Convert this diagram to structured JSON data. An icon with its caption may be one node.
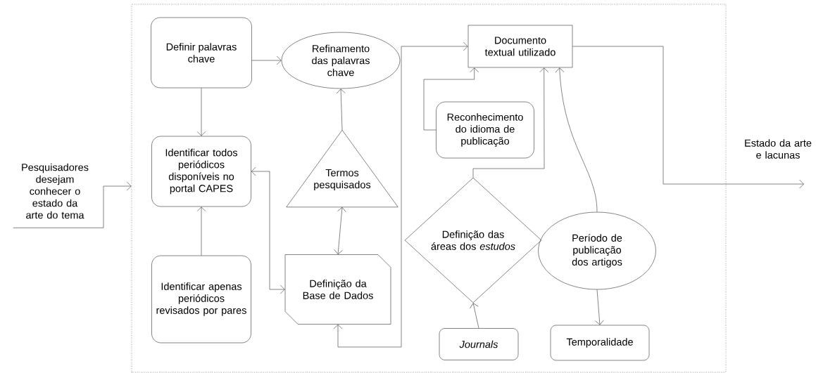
{
  "diagram": {
    "nodes": [
      {
        "text": [
          "Pesquisadores desejam conhecer o estado da arte do tema"
        ]
      },
      {
        "text": [],
        "shape": "box"
      },
      {
        "text": [
          "Definir palavras chave"
        ],
        "in": 1
      },
      {
        "text": [
          "Refinamento das palavras chave"
        ],
        "in": 1
      },
      {
        "text": [
          "Documento textual utilizado"
        ],
        "in": 1
      },
      {
        "text": [
          "Identificar todos periódicos disponíveis no portal CAPES"
        ],
        "in": 1
      },
      {
        "text": [
          "Reconhecimento do idioma de publicação"
        ],
        "in": 1
      },
      {
        "text": [
          "Termos pesquisados"
        ],
        "in": 1
      },
      {
        "text": [
          "Identificar apenas periódicos revisados por pares"
        ],
        "in": 1
      },
      {
        "text": [
          "Definição da Base de Dados"
        ],
        "in": 1
      },
      {
        "text": [
          "Definição das áreas dos *estudos*"
        ],
        "in": 1
      },
      {
        "text": [
          "Período de publicação dos artigos"
        ],
        "in": 1
      },
      {
        "text": [
          "Journals"
        ],
        "in": 1
      },
      {
        "text": [
          "Temporalidade"
        ],
        "in": 1
      }
    ],
    "edges": [
      {
        "from": 0,
        "to": 1,
        "arrow": "to"
      },
      {
        "from": 2,
        "to": 3,
        "arrow": "to"
      },
      {
        "from": 2,
        "to": 5,
        "arrow": "to"
      },
      {
        "from": 7,
        "to": 3,
        "arrow": "to"
      },
      {
        "from": 8,
        "to": 5,
        "arrow": "to"
      },
      {
        "from": 7,
        "to": 9,
        "arrow": "both"
      },
      {
        "from": 5,
        "to": 9,
        "arrow": "both"
      },
      {
        "from": 9,
        "to": 4,
        "arrow": "both"
      },
      {
        "from": 6,
        "to": 4,
        "arrow": "to"
      },
      {
        "from": 10,
        "to": 4,
        "arrow": "to"
      },
      {
        "from": 11,
        "to": 4,
        "arrow": "to"
      },
      {
        "from": 11,
        "to": 13,
        "arrow": "to"
      },
      {
        "from": 12,
        "to": 10,
        "arrow": "to"
      },
      {
        "from": 4,
        "to": null,
        "arrow": "to"
      }
    ],
    "labels": [
      "Estado da arte e lacunas"
    ]
  }
}
